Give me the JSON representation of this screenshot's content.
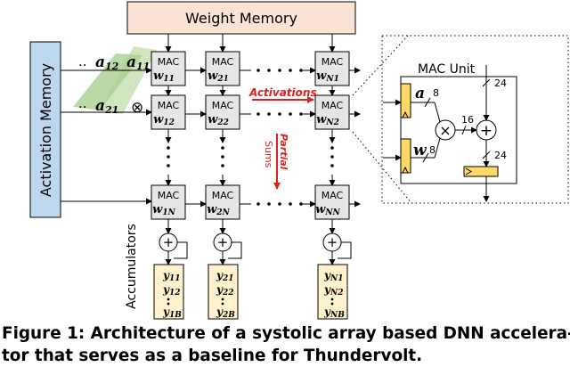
{
  "diagram": {
    "weight_memory": "Weight Memory",
    "activation_memory": "Activation Memory",
    "mac_label": "MAC",
    "mac_weights": [
      [
        "w",
        "11"
      ],
      [
        "w",
        "21"
      ],
      [
        "w",
        "N1"
      ],
      [
        "w",
        "12"
      ],
      [
        "w",
        "22"
      ],
      [
        "w",
        "N2"
      ],
      [
        "w",
        "1N"
      ],
      [
        "w",
        "2N"
      ],
      [
        "w",
        "NN"
      ]
    ],
    "activation_inputs_row1": {
      "dots": "..",
      "a12": [
        "a",
        "12"
      ],
      "a11": [
        "a",
        "11"
      ]
    },
    "activation_inputs_row2": {
      "dots": "..",
      "a21": [
        "a",
        "21"
      ],
      "otimes": "⊗"
    },
    "activations_label": "Activations",
    "partial_sums_label": "Partial Sums",
    "partial_label": "Partial",
    "sums_label": "Sums",
    "accumulators_label": "Accumulators",
    "accumulator_outputs": [
      [
        [
          "y",
          "11"
        ],
        [
          "y",
          "12"
        ],
        [
          "y",
          "1B"
        ]
      ],
      [
        [
          "y",
          "21"
        ],
        [
          "y",
          "22"
        ],
        [
          "y",
          "2B"
        ]
      ],
      [
        [
          "y",
          "N1"
        ],
        [
          "y",
          "N2"
        ],
        [
          "y",
          "NB"
        ]
      ]
    ],
    "mac_unit": {
      "title": "MAC Unit",
      "a": "a",
      "w": "w",
      "bits_8a": "8",
      "bits_8w": "8",
      "bits_16": "16",
      "bits_24a": "24",
      "bits_24b": "24",
      "multiply": "×",
      "add": "+"
    }
  },
  "caption": {
    "line1": "Figure 1: Architecture of a systolic array based DNN accelera-",
    "line2": "tor that serves as a baseline for Thundervolt."
  },
  "colors": {
    "weight_memory_fill": "#fbe4d5",
    "activation_memory_fill": "#bdd7ee",
    "mac_fill": "#e7e6e6",
    "accumulator_fill": "#fff2cc",
    "register_fill": "#ffd966",
    "green_band": "#a9d18e",
    "red_text": "#e02020"
  }
}
